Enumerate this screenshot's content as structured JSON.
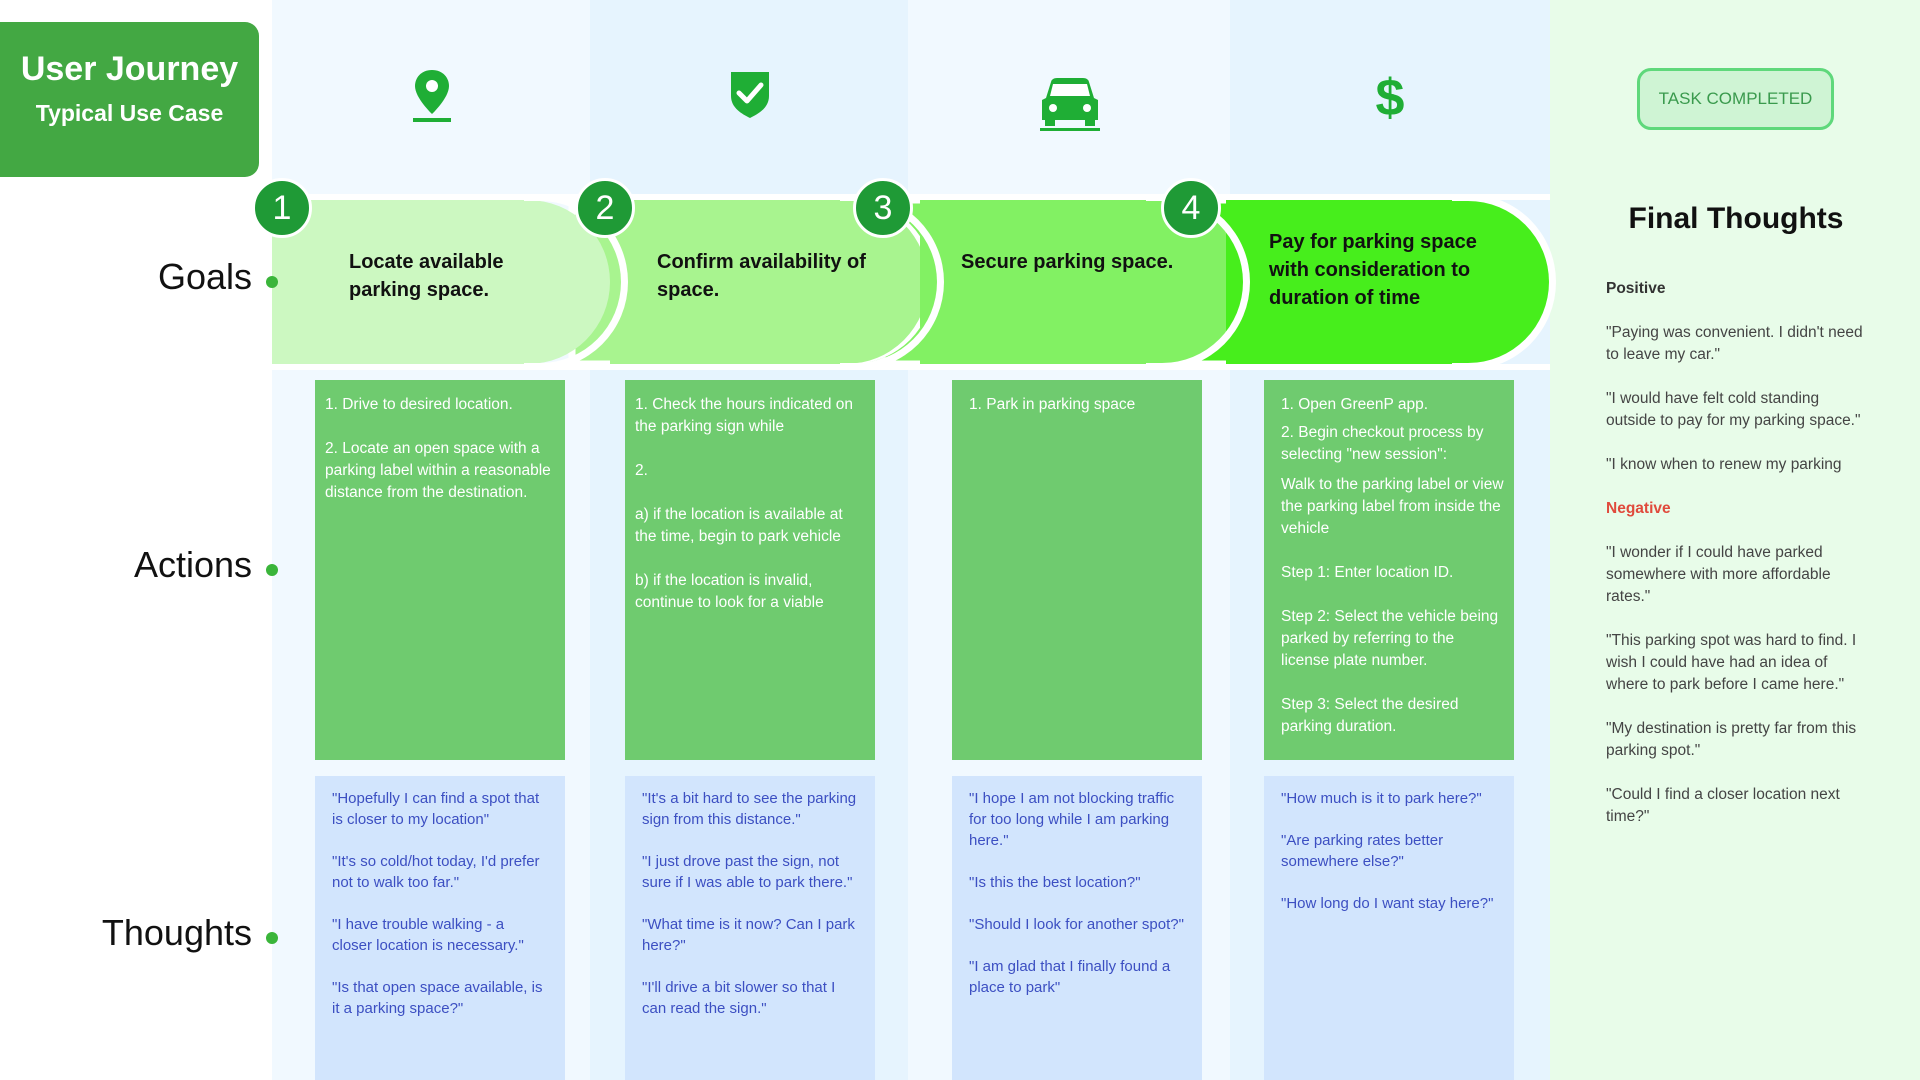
{
  "title": {
    "main": "User Journey",
    "sub": "Typical Use Case"
  },
  "task_status": "TASK COMPLETED",
  "row_labels": {
    "goals": "Goals",
    "actions": "Actions",
    "thoughts": "Thoughts"
  },
  "icons": [
    "location-pin-icon",
    "shield-check-icon",
    "car-icon",
    "dollar-sign-icon"
  ],
  "colors": {
    "goal_1": "#ccf8c1",
    "goal_2": "#a8f48f",
    "goal_3": "#82f163",
    "goal_4": "#47ee1c",
    "step_circle": "#1f9a36",
    "action_box": "#6fcb6f",
    "thought_box": "#d2e5fd",
    "icon": "#1fae35",
    "negative": "#e04a3c"
  },
  "stages": [
    {
      "number": "1",
      "goal": "Locate available parking space.",
      "actions": [
        "1. Drive to desired location.",
        "2. Locate an open space with a parking label within a reasonable distance from the destination."
      ],
      "thoughts": [
        "\"Hopefully I can find a spot that is closer to my location\"",
        "\"It's so cold/hot today, I'd prefer not to walk too far.\"",
        "\"I have trouble walking - a closer location is necessary.\"",
        "\"Is that open space available, is it a parking space?\""
      ]
    },
    {
      "number": "2",
      "goal": "Confirm availability of space.",
      "actions": [
        "1. Check the hours indicated on the parking sign while",
        "2.",
        " a) if the location is available at the time, begin to park vehicle",
        "b) if the location is invalid, continue to look for a viable"
      ],
      "thoughts": [
        "\"It's a bit hard to see the parking sign from this distance.\"",
        "\"I just drove past the sign, not sure if I was able to park there.\"",
        "\"What time is it now? Can I park here?\"",
        "\"I'll drive a bit slower so that I can read the sign.\""
      ]
    },
    {
      "number": "3",
      "goal": "Secure parking space.",
      "actions": [
        "1. Park in parking space"
      ],
      "thoughts": [
        "\"I hope I am not blocking traffic for too long while I am parking here.\"",
        "\"Is this the best location?\"",
        "\"Should I look for another spot?\"",
        "\"I am glad that I finally found a place to park\""
      ]
    },
    {
      "number": "4",
      "goal": "Pay for parking space with consideration to duration of time",
      "actions": [
        "1. Open GreenP app.",
        "2. Begin checkout process by selecting \"new session\":",
        "Walk to the parking label or view the parking label from inside the vehicle",
        "Step 1: Enter location ID.",
        "Step 2: Select the vehicle being parked by referring to the license plate number.",
        "Step 3: Select the desired parking duration."
      ],
      "thoughts": [
        "\"How much is it to park here?\"",
        "\"Are parking rates better somewhere else?\"",
        "\"How long do I want stay here?\""
      ]
    }
  ],
  "final_thoughts": {
    "title": "Final Thoughts",
    "positive_label": "Positive",
    "positive": [
      "\"Paying was convenient. I didn't need to leave my car.\"",
      "\"I would have felt cold standing outside to pay for my parking space.\"",
      "\"I know when to renew my parking"
    ],
    "negative_label": "Negative",
    "negative": [
      "\"I wonder if I could have parked somewhere with more affordable rates.\"",
      "\"This parking spot was hard to find. I wish I could have had an idea of where to park before I came here.\"",
      "\"My destination is pretty far from this parking spot.\"",
      "\"Could I find a closer location next time?\""
    ]
  }
}
